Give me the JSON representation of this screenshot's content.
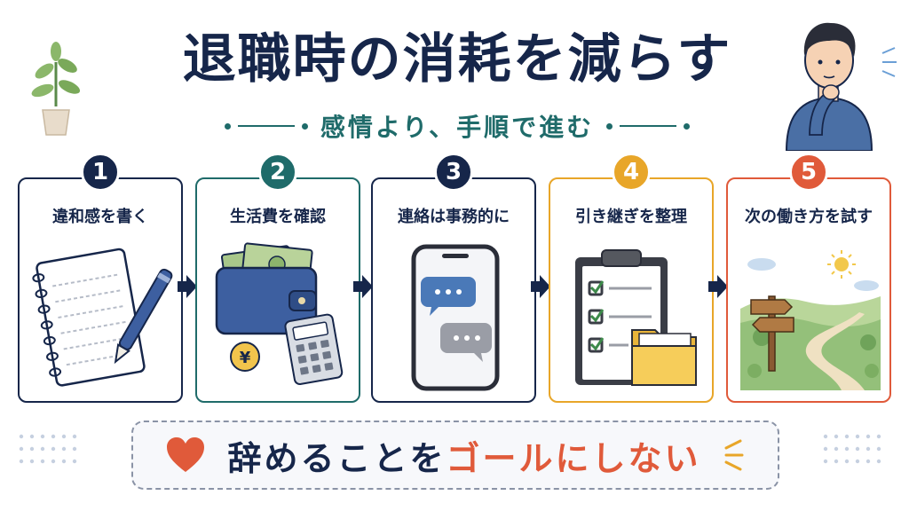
{
  "title": "退職時の消耗を減らす",
  "subtitle": "感情より、手順で進む",
  "steps": [
    {
      "number": "1",
      "label": "違和感を書く",
      "color": "#16264a"
    },
    {
      "number": "2",
      "label": "生活費を確認",
      "color": "#1f6b6a"
    },
    {
      "number": "3",
      "label": "連絡は事務的に",
      "color": "#16264a"
    },
    {
      "number": "4",
      "label": "引き継ぎを整理",
      "color": "#e8a629"
    },
    {
      "number": "5",
      "label": "次の働き方を試す",
      "color": "#e05a3a"
    }
  ],
  "step_icons": [
    "notebook-pen-icon",
    "wallet-calculator-icon",
    "smartphone-chat-icon",
    "clipboard-folder-icon",
    "signpost-path-icon"
  ],
  "wallet_coin_symbol": "¥",
  "banner": {
    "text_part1": "辞めることを",
    "text_part2": "ゴールにしない",
    "icon": "heart-icon",
    "accent_color": "#e05a3a"
  },
  "colors": {
    "navy": "#16264a",
    "teal": "#1f6b6a",
    "amber": "#e8a629",
    "coral": "#e05a3a"
  }
}
